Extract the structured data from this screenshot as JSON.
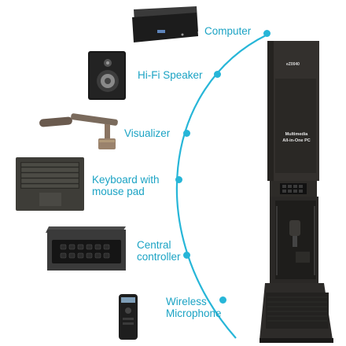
{
  "accent_color": "#27b6d8",
  "label_color": "#1ba3c4",
  "components": [
    {
      "name": "Computer",
      "icon": "mini-pc-icon"
    },
    {
      "name": "Hi-Fi Speaker",
      "icon": "speaker-icon"
    },
    {
      "name": "Visualizer",
      "icon": "document-camera-icon"
    },
    {
      "name": "Keyboard with\nmouse pad",
      "icon": "keyboard-icon"
    },
    {
      "name": "Central\ncontroller",
      "icon": "controller-icon"
    },
    {
      "name": "Wireless\nMicrophone",
      "icon": "microphone-icon"
    }
  ],
  "device": {
    "brand": "eZ0040",
    "panel_text_1": "Multimedia",
    "panel_text_2": "All-in-One PC"
  }
}
